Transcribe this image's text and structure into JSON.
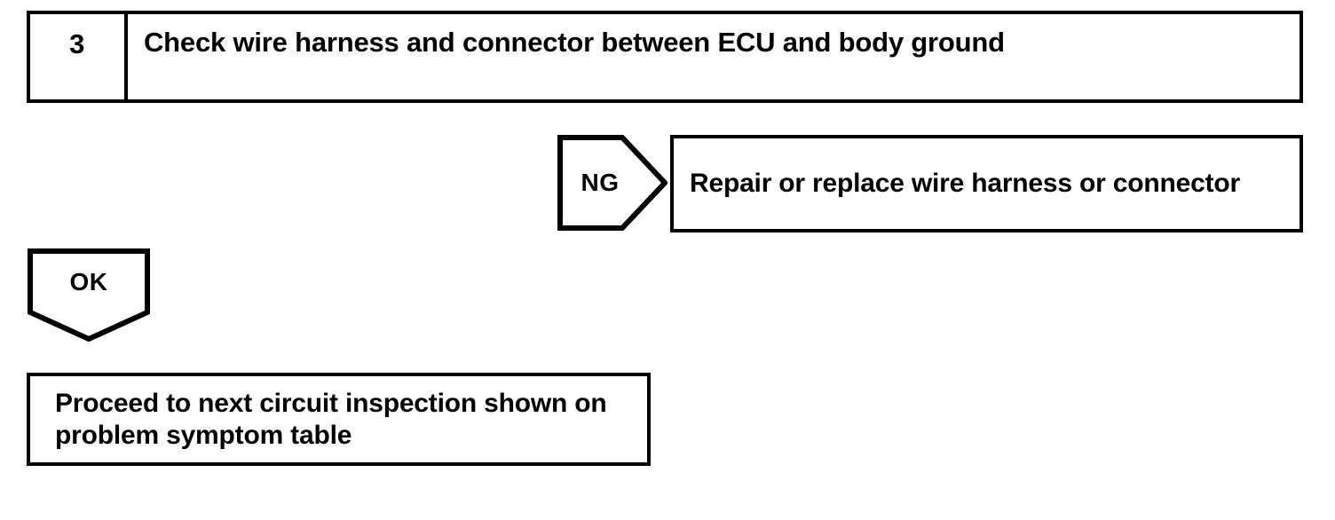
{
  "diagram": {
    "type": "troubleshooting-flowchart",
    "background_color": "#ffffff",
    "line_color": "#000000"
  },
  "step": {
    "number": "3",
    "title": "Check wire harness and connector between ECU and body ground"
  },
  "branches": {
    "ng": {
      "label": "NG",
      "shape": "right-pointing-pentagon",
      "outcome": "Repair or replace wire harness or connector"
    },
    "ok": {
      "label": "OK",
      "shape": "down-pointing-pentagon",
      "outcome": "Proceed to next circuit inspection shown on\nproblem symptom table"
    }
  }
}
